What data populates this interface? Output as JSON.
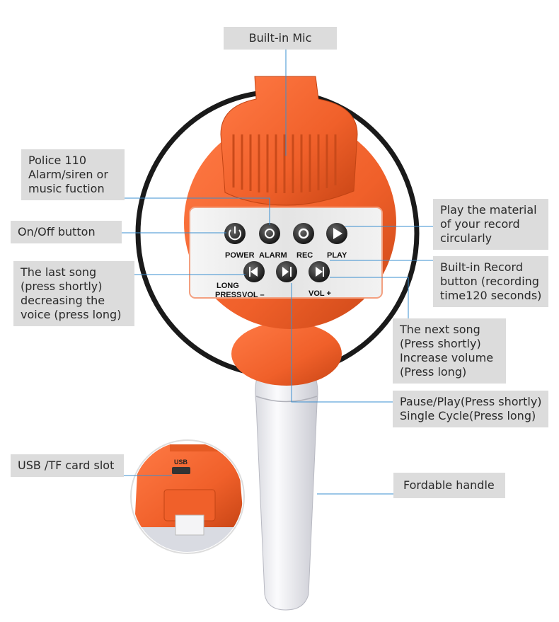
{
  "callouts": {
    "builtin_mic": [
      "Built-in Mic"
    ],
    "police_alarm": [
      "Police 110",
      "Alarm/siren or",
      "music fuction"
    ],
    "onoff": [
      "On/Off button"
    ],
    "last_song": [
      "The last  song",
      "(press shortly)",
      "decreasing the",
      "voice (press long)"
    ],
    "play_material": [
      "Play the material",
      "of your record",
      "circularly"
    ],
    "builtin_record": [
      "Built-in Record",
      "button (recording",
      "time120 seconds)"
    ],
    "next_song": [
      "The next song",
      "(Press shortly)",
      " Increase volume",
      "(Press long)"
    ],
    "pause_play": [
      "Pause/Play(Press shortly)",
      "Single Cycle(Press long)"
    ],
    "usb_slot": [
      "USB /TF card slot"
    ],
    "handle": [
      "Fordable handle"
    ]
  },
  "panel_labels": {
    "power": "POWER",
    "alarm": "ALARM",
    "rec": "REC",
    "play": "PLAY",
    "long": "LONG",
    "press": "PRESS",
    "vol_minus": "VOL –",
    "vol_plus": "VOL +",
    "usb": "USB"
  },
  "colors": {
    "orange": "#f0602a",
    "handle": "#ececf0",
    "callout_bg": "#dcdcdc",
    "leader_line": "#3a8fd0"
  }
}
